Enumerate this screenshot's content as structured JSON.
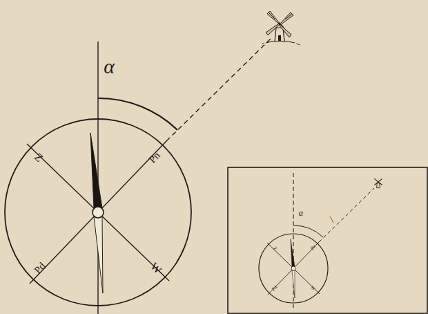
{
  "diagram": {
    "labels": [
      "α",
      "Z",
      "Pn",
      "Pd",
      "W",
      "α",
      "Z",
      "Pn",
      "Pd",
      "W"
    ]
  }
}
